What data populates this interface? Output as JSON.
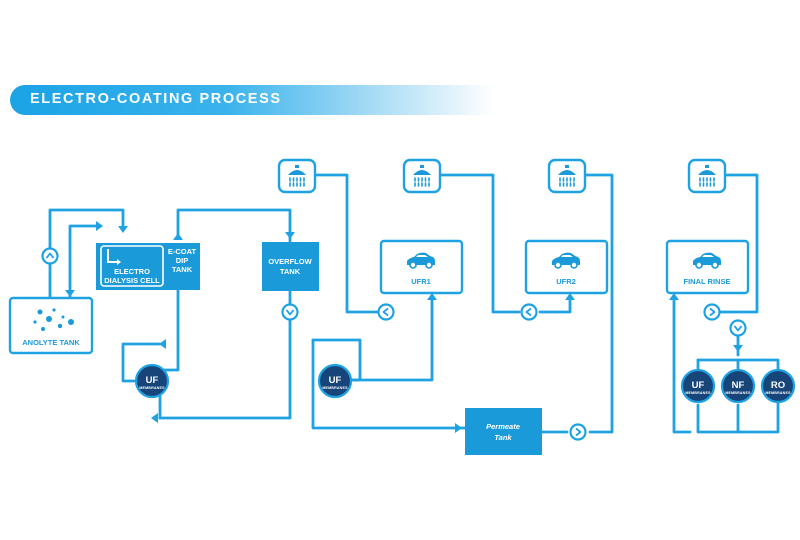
{
  "title": "ELECTRO-COATING PROCESS",
  "nodes": {
    "anolyte_tank": "ANOLYTE TANK",
    "electro_dialysis_line1": "ELECTRO",
    "electro_dialysis_line2": "DIALYSIS CELL",
    "ecoat_line1": "E-COAT",
    "ecoat_line2": "DIP",
    "ecoat_line3": "TANK",
    "overflow_line1": "OVERFLOW",
    "overflow_line2": "TANK",
    "ufr1": "UFR1",
    "ufr2": "UFR2",
    "final_rinse": "FINAL RINSE",
    "permeate_line1": "Permeate",
    "permeate_line2": "Tank"
  },
  "membranes": {
    "uf": "UF",
    "nf": "NF",
    "ro": "RO",
    "caption": "MEMBRANES"
  },
  "icons": [
    "shower-icon",
    "car-icon",
    "pump-icon",
    "bubbles-icon",
    "return-arrow-icon"
  ],
  "colors": {
    "pipe": "#1fa2e2",
    "box": "#1a9ad9",
    "membrane": "#17457a",
    "banner": "#1aa3e6"
  }
}
